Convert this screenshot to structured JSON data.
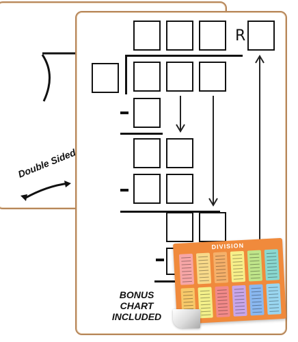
{
  "labels": {
    "remainder": "R",
    "double_sided": "Double Sided",
    "bonus_line1": "BONUS",
    "bonus_line2": "CHART",
    "bonus_line3": "INCLUDED",
    "chart_title": "DIVISION"
  },
  "colors": {
    "board_edge": "#b7875a",
    "chart_background": "#f08a3c",
    "chart_cells": [
      "#f7a6a6",
      "#f7d98a",
      "#f5b06a",
      "#f7ef8a",
      "#bfe58a",
      "#8ad8d0",
      "#f7c96a",
      "#f3f08a",
      "#f28a8a",
      "#c8a6e8",
      "#8ab8f0",
      "#9ad6f0"
    ]
  },
  "icons": {
    "double_sided_arrow": "curved-double-arrow-icon",
    "up_arrow": "arrow-up-icon",
    "down_arrow": "arrow-down-icon"
  }
}
